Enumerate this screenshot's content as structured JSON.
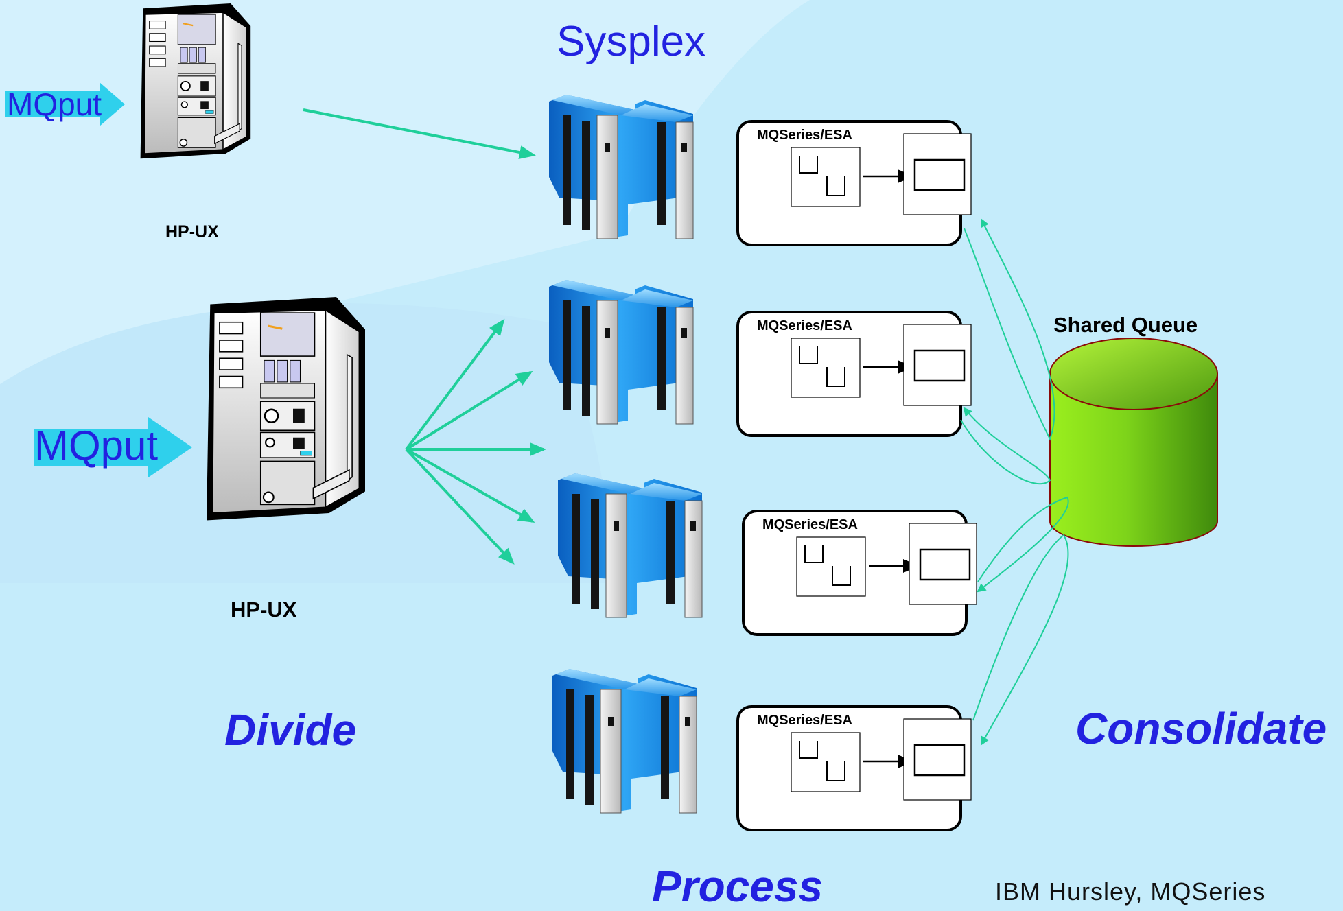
{
  "title": "Sysplex",
  "hosts": [
    {
      "label": "HP-UX",
      "mqput": "MQput"
    },
    {
      "label": "HP-UX",
      "mqput": "MQput"
    }
  ],
  "mq_boxes": [
    {
      "label": "MQSeries/ESA"
    },
    {
      "label": "MQSeries/ESA"
    },
    {
      "label": "MQSeries/ESA"
    },
    {
      "label": "MQSeries/ESA"
    }
  ],
  "shared_queue": {
    "label": "Shared Queue"
  },
  "stages": {
    "divide": "Divide",
    "process": "Process",
    "consolidate": "Consolidate"
  },
  "footer": "IBM Hursley, MQSeries",
  "colors": {
    "background": "#c5ecfb",
    "title_blue": "#2222e0",
    "arrow_green": "#1fcf9a",
    "mqput_arrow": "#2fd0ec",
    "mainframe_blue": "#1a8ee0",
    "queue_green": "#8ee21c"
  }
}
